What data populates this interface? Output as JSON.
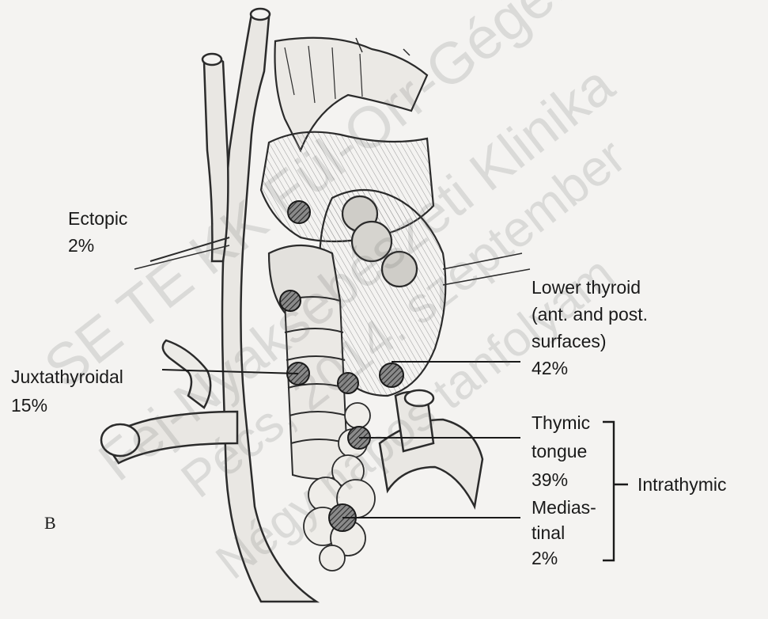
{
  "figure": {
    "panel_letter": "B",
    "labels": {
      "ectopic": [
        "Ectopic",
        "2%"
      ],
      "juxtathyroidal": [
        "Juxtathyroidal",
        "15%"
      ],
      "lower_thyroid": [
        "Lower thyroid",
        "(ant. and post.",
        "surfaces)",
        "42%"
      ],
      "thymic_tongue": [
        "Thymic",
        "tongue",
        "39%"
      ],
      "mediastinal": [
        "Medias-",
        "tinal",
        "2%"
      ],
      "intrathymic": "Intrathymic"
    },
    "watermark": [
      "SE TE KK Fül-Orr-Gégészeti és",
      "Fej-Nyaksebészeti Klinika",
      "Pécs, 2014. szeptember",
      "Négy napos tanfolyam"
    ]
  },
  "colors": {
    "background": "#f4f3f1",
    "ink": "#1a1a1a",
    "hatch_fill": "#555555"
  },
  "icons": [
    "parathyroid-gland-marker",
    "thyroid-gland",
    "trachea",
    "thymus",
    "carotid-artery"
  ]
}
